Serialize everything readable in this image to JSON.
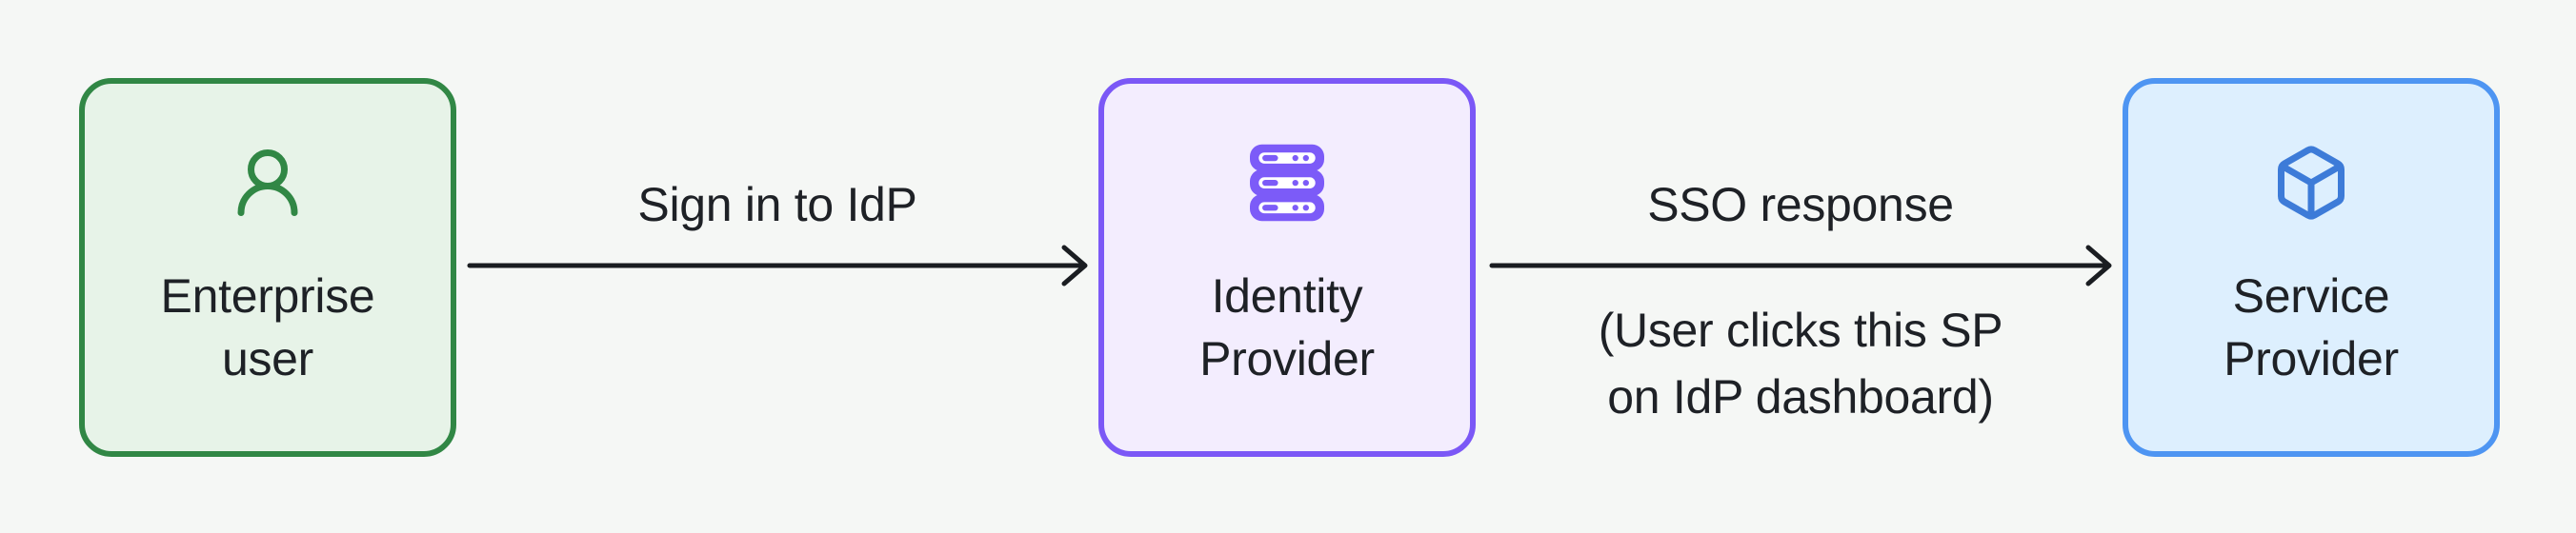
{
  "background": "#f5f7f5",
  "text_color": "#1e2126",
  "arrow_color": "#1a1d21",
  "nodes": [
    {
      "name": "enterprise-user",
      "line1": "Enterprise",
      "line2": "user",
      "icon": "user-round-icon",
      "fill": "#e7f3e8",
      "border": "#318745",
      "icon_color": "#318745"
    },
    {
      "name": "identity-provider",
      "line1": "Identity",
      "line2": "Provider",
      "icon": "server-stack-icon",
      "fill": "#f3edfe",
      "border": "#7b58f6",
      "icon_color": "#7c5bf8",
      "icon_slot_color": "#ffffff"
    },
    {
      "name": "service-provider",
      "line1": "Service",
      "line2": "Provider",
      "icon": "cube-icon",
      "fill": "#ddeffe",
      "border": "#4e95f2",
      "icon_color": "#3d7bd8"
    }
  ],
  "edges": [
    {
      "label": "Sign in to IdP"
    },
    {
      "label": "SSO response",
      "note_line1": "(User clicks this SP",
      "note_line2": "on IdP dashboard)"
    }
  ]
}
